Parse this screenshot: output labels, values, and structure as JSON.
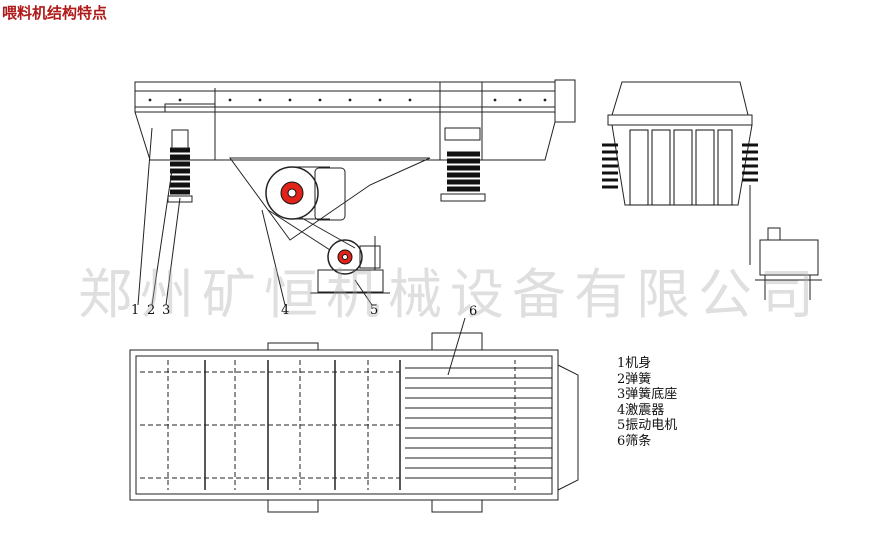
{
  "title": "喂料机结构特点",
  "watermark": "郑州矿恒机械设备有限公司",
  "part_labels": [
    "1",
    "2",
    "3",
    "4",
    "5",
    "6"
  ],
  "legend": [
    "1机身",
    "2弹簧",
    "3弹簧底座",
    "4激震器",
    "5振动电机",
    "6筛条"
  ],
  "colors": {
    "title": "#b01a1a",
    "line": "#222222",
    "exciter": "#e0241b"
  }
}
